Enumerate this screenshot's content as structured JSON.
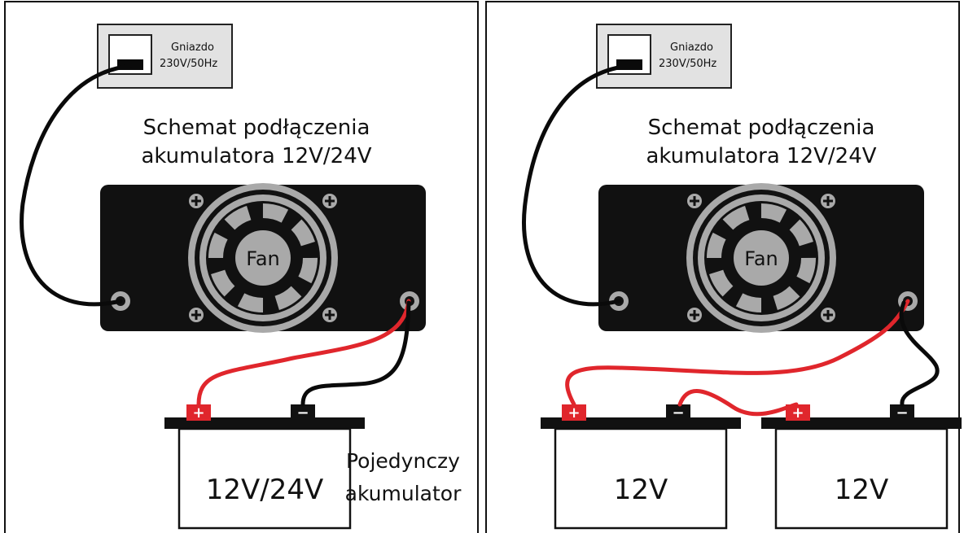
{
  "socket": {
    "line1": "Gniazdo",
    "line2": "230V/50Hz"
  },
  "title": {
    "line1": "Schemat podłączenia",
    "line2": "akumulatora 12V/24V"
  },
  "fan_label": "Fan",
  "terminals": {
    "plus": "+",
    "minus": "−"
  },
  "left_panel": {
    "battery_label": "12V/24V",
    "side_label_line1": "Pojedynczy",
    "side_label_line2": "akumulator"
  },
  "right_panel": {
    "battery1_label": "12V",
    "battery2_label": "12V"
  },
  "colors": {
    "charger_body": "#111111",
    "fan_gray": "#a9a9a9",
    "wire_red": "#e0262c",
    "wire_black": "#0a0a0a",
    "terminal_red": "#e0262c",
    "socket_gray": "#e2e2e2"
  }
}
